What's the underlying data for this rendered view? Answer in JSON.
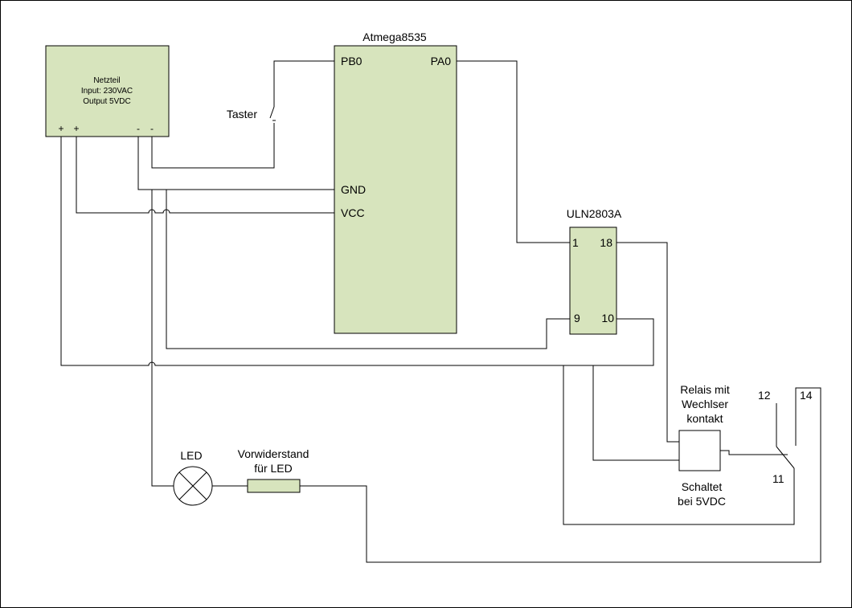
{
  "colors": {
    "component_fill": "#d7e4bd",
    "wire": "#000000",
    "background": "#ffffff"
  },
  "power_supply": {
    "lines": [
      "Netzteil",
      "Input: 230VAC",
      "Output 5VDC"
    ],
    "pins": [
      "+",
      "+",
      "-",
      "-"
    ]
  },
  "mcu": {
    "title": "Atmega8535",
    "pin_pb0": "PB0",
    "pin_pa0": "PA0",
    "pin_gnd": "GND",
    "pin_vcc": "VCC"
  },
  "driver": {
    "title": "ULN2803A",
    "pin_1": "1",
    "pin_18": "18",
    "pin_9": "9",
    "pin_10": "10"
  },
  "taster": {
    "label": "Taster"
  },
  "relay": {
    "title_lines": [
      "Relais mit",
      "Wechlser",
      "kontakt"
    ],
    "note_lines": [
      "Schaltet",
      "bei 5VDC"
    ],
    "contact_12": "12",
    "contact_14": "14",
    "contact_11": "11"
  },
  "led": {
    "label": "LED",
    "icon": "lamp-icon"
  },
  "resistor": {
    "label_lines": [
      "Vorwiderstand",
      "für LED"
    ]
  }
}
